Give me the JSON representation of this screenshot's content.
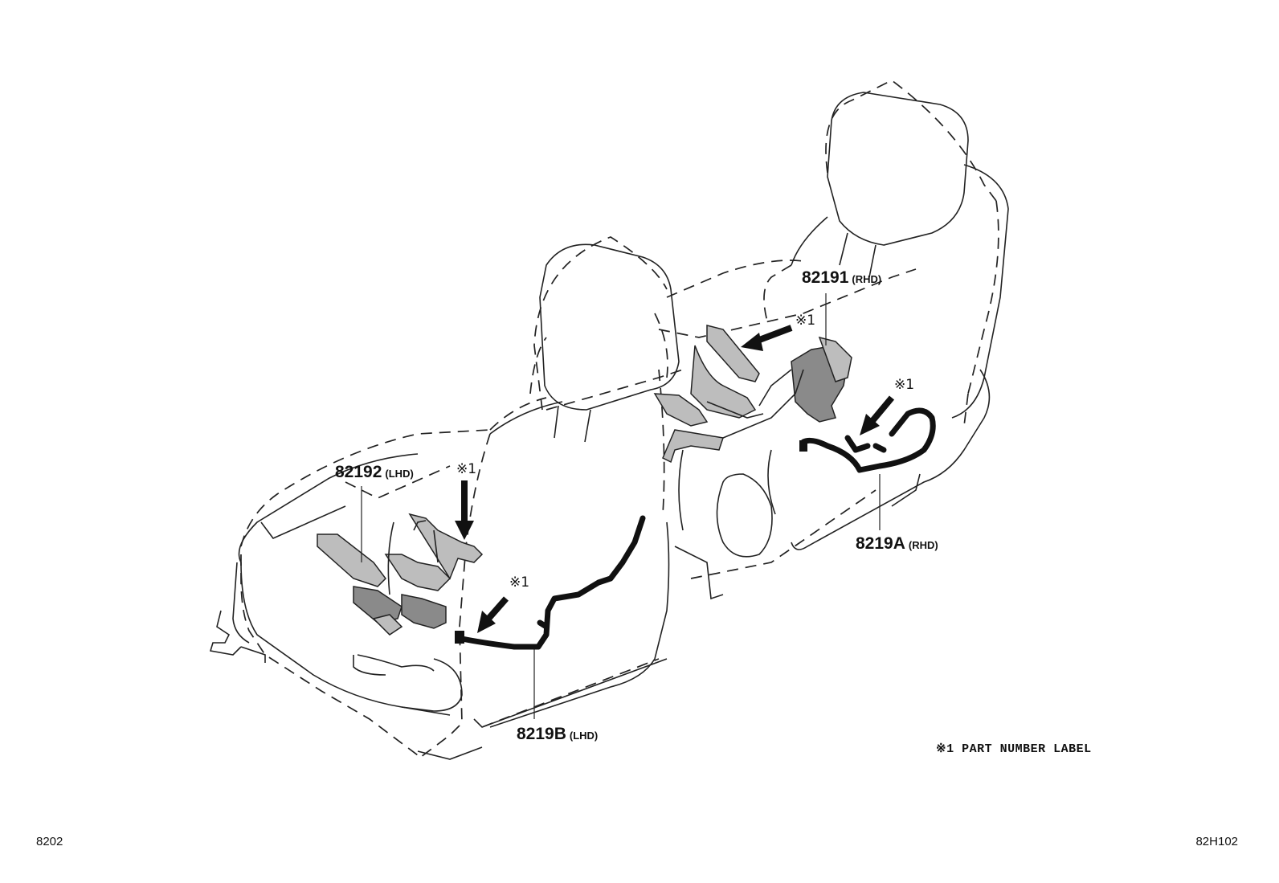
{
  "callouts": {
    "p82191": {
      "number": "82191",
      "suffix": "(RHD)"
    },
    "p82192": {
      "number": "82192",
      "suffix": "(LHD)"
    },
    "p8219A": {
      "number": "8219A",
      "suffix": "(RHD)"
    },
    "p8219B": {
      "number": "8219B",
      "suffix": "(LHD)"
    }
  },
  "marks": {
    "m1": "※1",
    "m2": "※1",
    "m3": "※1",
    "m4": "※1"
  },
  "legend": "※1 PART NUMBER LABEL",
  "footer": {
    "left_code": "8202",
    "right_code": "82H102"
  }
}
